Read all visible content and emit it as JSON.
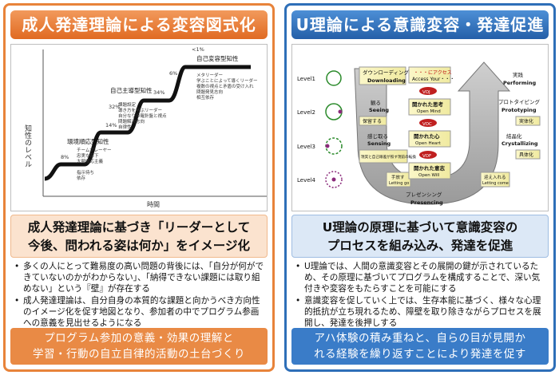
{
  "left": {
    "title": "成人発達理論による変容図式化",
    "chart": {
      "ylabel": "知性のレベル",
      "xlabel": "時間",
      "stages": [
        {
          "name": "環境順応型知性",
          "pct": "14%",
          "items": [
            "チームプレーヤー",
            "忠実な部下",
            "大勢順応主義",
            "指示待ち",
            "依存"
          ]
        },
        {
          "name": "自己主導型知性",
          "pct": "32%",
          "items": [
            "課題設定",
            "導き方を学ぶリーダー",
            "自分なりの羅針盤と視点",
            "問題解決志向",
            "自律性"
          ]
        },
        {
          "name": "自己変容型知性",
          "pct": "<1%",
          "items": [
            "メタリーダー",
            "学ぶことによって導くリーダー",
            "複数の視点と矛盾の受け入れ",
            "問題発見志向",
            "相互依存"
          ]
        }
      ],
      "extra_pcts": [
        "8%",
        "6%",
        "34%"
      ]
    },
    "subhead_line1": "成人発達理論に基づき「リーダーとして",
    "subhead_line2": "今後、問われる姿は何か」をイメージ化",
    "bullets": [
      "多くの人にとって難易度の高い問題の背後には、「自分が何ができていないのかがわからない」、「納得できない課題には取り組めない」という『壁』が存在する",
      "成人発達理論は、自分自身の本質的な課題と向かうべき方向性のイメージ化を促す地図となり、参加者の中でプログラム参画への意義を見出せるようになる"
    ],
    "bottom_line1": "プログラム参加の意義・効果の理解と",
    "bottom_line2": "学習・行動の自立自律的活動の土台づくり"
  },
  "right": {
    "title": "U理論による意識変容・発達促進",
    "diagram": {
      "levels": [
        "Level1",
        "Level2",
        "Level3",
        "Level4"
      ],
      "downloading": {
        "jp": "ダウンローディング",
        "en": "Downloading"
      },
      "seeing": {
        "jp": "観る",
        "en": "Seeing"
      },
      "sensing": {
        "jp": "感じ取る",
        "en": "Sensing"
      },
      "presencing": {
        "jp": "プレゼンシング",
        "en": "Presencing"
      },
      "performing": {
        "jp": "実践",
        "en": "Performing"
      },
      "prototyping": {
        "jp": "プロトタイピング",
        "en": "Prototyping"
      },
      "crystallizing": {
        "jp": "結晶化",
        "en": "Crystallizing"
      },
      "access_box": {
        "jp": "・・・にアクセス",
        "en": "Access Your・・・"
      },
      "open_mind": {
        "jp": "開かれた思考",
        "en": "Open Mind"
      },
      "open_heart": {
        "jp": "開かれた心",
        "en": "Open Heart"
      },
      "open_will": {
        "jp": "開かれた意志",
        "en": "Open Will"
      },
      "voj": "VOJ",
      "voc": "VOC",
      "vof": "VOF",
      "hold": "保留する",
      "redirect": "現実と自己眼差が照す現前の転換",
      "letting_go": {
        "jp": "手放す",
        "en": "Letting go"
      },
      "letting_come": {
        "jp": "迎え入れる",
        "en": "Letting come"
      },
      "embody": "実体化",
      "concretize": "具体化"
    },
    "subhead_line1": "U理論の原理に基づいて意識変容の",
    "subhead_line2": "プロセスを組み込み、発達を促進",
    "bullets": [
      "U理論では、人間の意識変容とその展開の鍵が示されているため、その原理に基づいてプログラムを構成することで、深い気付きや変容をもたらすことを可能にする",
      "意識変容を促していく上では、生存本能に基づく、様々な心理的抵抗が立ち現れるため、障壁を取り除きながらプロセスを展開し、発達を後押しする"
    ],
    "bottom_line1": "アハ体験の積み重ねと、自らの目が見開か",
    "bottom_line2": "れる経験を繰り返すことにより発達を促す"
  }
}
